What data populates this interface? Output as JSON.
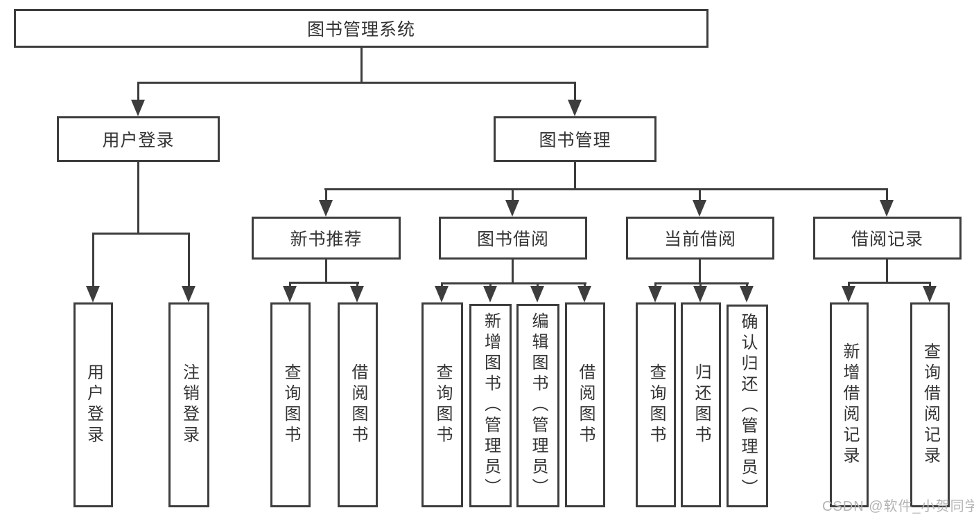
{
  "tree": {
    "root": "图书管理系统",
    "branches": [
      {
        "label": "用户登录",
        "children": [
          "用户登录",
          "注销登录"
        ]
      },
      {
        "label": "图书管理",
        "children": [
          {
            "label": "新书推荐",
            "children": [
              "查询图书",
              "借阅图书"
            ]
          },
          {
            "label": "图书借阅",
            "children": [
              "查询图书",
              "新增图书（管理员）",
              "编辑图书（管理员）",
              "借阅图书"
            ]
          },
          {
            "label": "当前借阅",
            "children": [
              "查询图书",
              "归还图书",
              "确认归还（管理员）"
            ]
          },
          {
            "label": "借阅记录",
            "children": [
              "新增借阅记录",
              "查询借阅记录"
            ]
          }
        ]
      }
    ]
  },
  "watermark": "CSDN @软件_小贺同学",
  "colors": {
    "line": "#3d3d3d",
    "text": "#333333",
    "watermark": "#b4b4b4",
    "background": "#ffffff"
  }
}
